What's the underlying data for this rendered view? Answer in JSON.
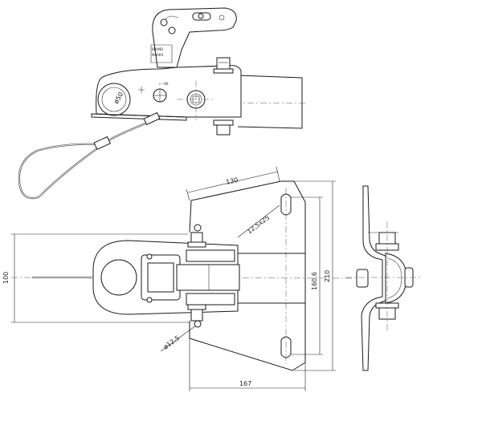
{
  "dimensions": {
    "d130": "130",
    "d210": "210",
    "d160": "160.6",
    "d100": "100",
    "d167": "167",
    "slot": "12,5x25",
    "hole": "ø12,5",
    "ball": "ø50"
  },
  "head_labels": {
    "plate1": "BRAND",
    "plate2": "MARKS"
  }
}
